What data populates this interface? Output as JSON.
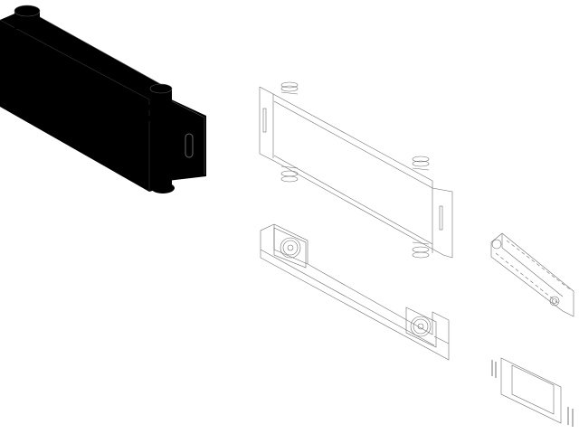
{
  "drawing": {
    "views": [
      {
        "name": "solid-isometric-view",
        "style": "filled"
      },
      {
        "name": "exploded-front-panel",
        "style": "wireframe"
      },
      {
        "name": "exploded-rear-panel",
        "style": "wireframe"
      },
      {
        "name": "exploded-side-bracket",
        "style": "wireframe"
      },
      {
        "name": "exploded-end-cover",
        "style": "wireframe"
      }
    ],
    "colors": {
      "background": "#ffffff",
      "solid_fill": "#000000",
      "wire_stroke": "#6f6f6f"
    }
  }
}
